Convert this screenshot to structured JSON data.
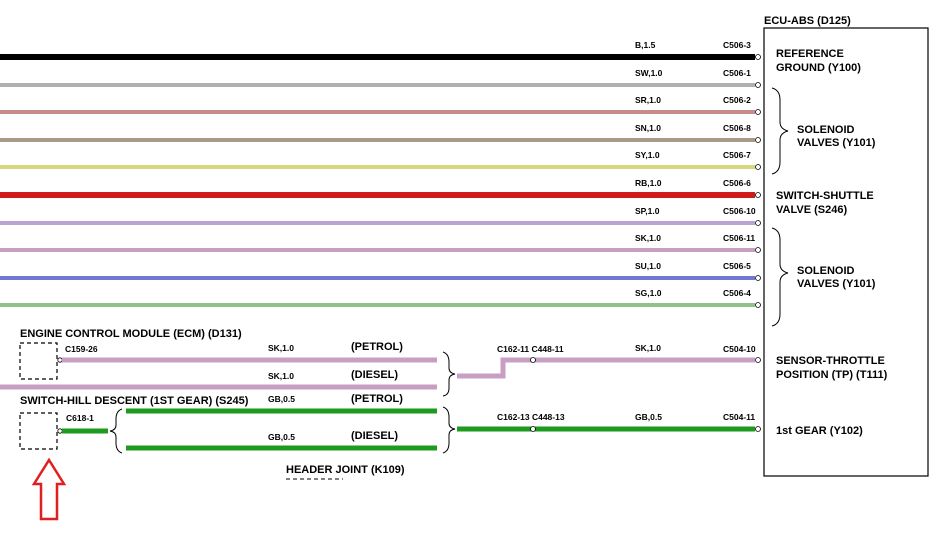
{
  "ecu": {
    "title": "ECU-ABS (D125)"
  },
  "wires": [
    {
      "code": "B,1.5",
      "pin": "C506-3",
      "color": "#000000",
      "stroke": 6
    },
    {
      "code": "SW,1.0",
      "pin": "C506-1",
      "color": "#b0b0b0",
      "stroke": 4
    },
    {
      "code": "SR,1.0",
      "pin": "C506-2",
      "color": "#c98a8a",
      "stroke": 4
    },
    {
      "code": "SN,1.0",
      "pin": "C506-8",
      "color": "#a89a86",
      "stroke": 4
    },
    {
      "code": "SY,1.0",
      "pin": "C506-7",
      "color": "#d8d87a",
      "stroke": 4
    },
    {
      "code": "RB,1.0",
      "pin": "C506-6",
      "color": "#d11a1a",
      "stroke": 6
    },
    {
      "code": "SP,1.0",
      "pin": "C506-10",
      "color": "#b9a3d0",
      "stroke": 4
    },
    {
      "code": "SK,1.0",
      "pin": "C506-11",
      "color": "#c79ec4",
      "stroke": 4
    },
    {
      "code": "SU,1.0",
      "pin": "C506-5",
      "color": "#6f78d2",
      "stroke": 4
    },
    {
      "code": "SG,1.0",
      "pin": "C506-4",
      "color": "#92c08a",
      "stroke": 4
    }
  ],
  "right_labels": {
    "ref_ground": [
      "REFERENCE",
      "GROUND (Y100)"
    ],
    "solenoid_1": [
      "SOLENOID",
      "VALVES (Y101)"
    ],
    "switch_shuttle": [
      "SWITCH-SHUTTLE",
      "VALVE (S246)"
    ],
    "solenoid_2": [
      "SOLENOID",
      "VALVES (Y101)"
    ],
    "sensor_throttle": [
      "SENSOR-THROTTLE",
      "POSITION (TP) (T111)"
    ],
    "first_gear": "1st GEAR (Y102)"
  },
  "ecm": {
    "title": "ENGINE CONTROL MODULE (ECM) (D131)",
    "connector": "C159-26",
    "petrol": {
      "code": "SK,1.0",
      "variant": "(PETROL)"
    },
    "diesel": {
      "code": "SK,1.0",
      "variant": "(DIESEL)"
    },
    "joint": "C162-11 C448-11",
    "out_code": "SK,1.0",
    "out_pin": "C504-10",
    "color": "#c79ec4"
  },
  "hill": {
    "title": "SWITCH-HILL DESCENT (1ST GEAR) (S245)",
    "connector": "C618-1",
    "petrol": {
      "code": "GB,0.5",
      "variant": "(PETROL)"
    },
    "diesel": {
      "code": "GB,0.5",
      "variant": "(DIESEL)"
    },
    "joint": "C162-13 C448-13",
    "out_code": "GB,0.5",
    "out_pin": "C504-11",
    "color": "#1e9a1e"
  },
  "header_joint": "HEADER JOINT (K109)",
  "arrow_color": "#e02020"
}
